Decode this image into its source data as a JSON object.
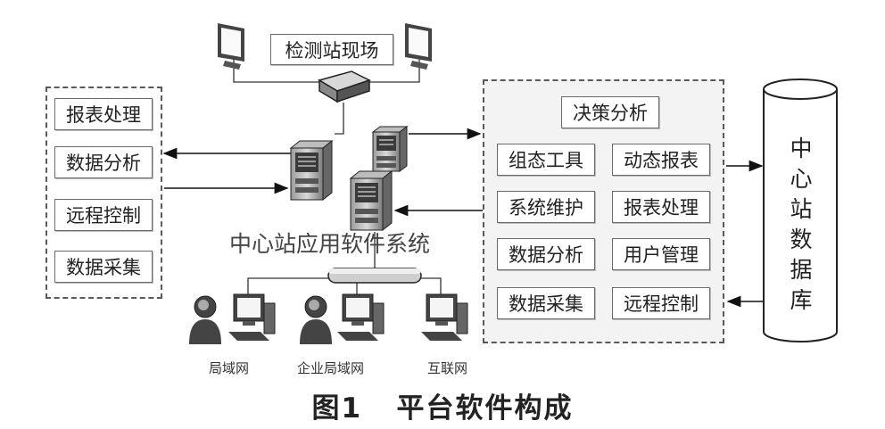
{
  "site_label": "检测站现场",
  "left_panel": {
    "items": [
      "报表处理",
      "数据分析",
      "远程控制",
      "数据采集"
    ]
  },
  "center_label": "中心站应用软件系统",
  "right_panel": {
    "title": "决策分析",
    "items": [
      "组态工具",
      "动态报表",
      "系统维护",
      "报表处理",
      "数据分析",
      "用户管理",
      "数据采集",
      "远程控制"
    ]
  },
  "database": {
    "chars": [
      "中",
      "心",
      "站",
      "数",
      "据",
      "库"
    ]
  },
  "clients": [
    "局域网",
    "企业局域网",
    "互联网"
  ],
  "caption": "图1   平台软件构成",
  "icons": [
    "monitor-icon",
    "router-icon",
    "server-icon",
    "hub-icon",
    "user-icon",
    "desktop-icon"
  ]
}
